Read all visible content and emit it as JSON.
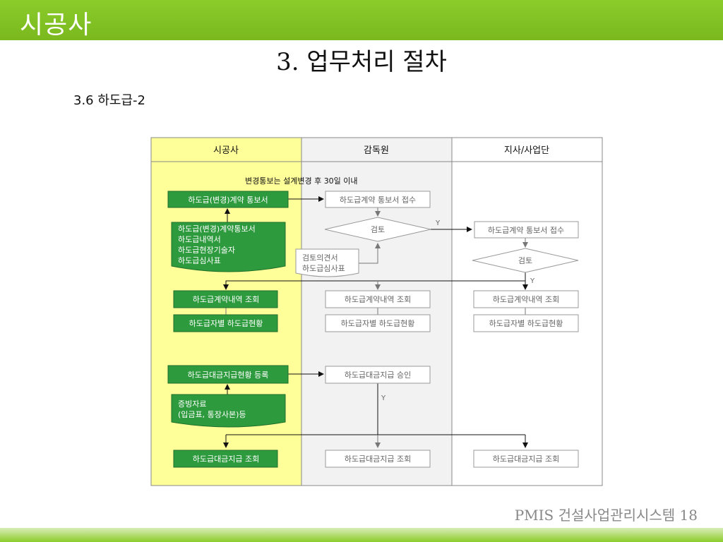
{
  "header": {
    "title": "시공사"
  },
  "page": {
    "title": "3. 업무처리 절차",
    "section": "3.6 하도급-2"
  },
  "footer": {
    "text": "PMIS 건설사업관리시스템 18"
  },
  "diagram": {
    "lanes": [
      "시공사",
      "감독원",
      "지사/사업단"
    ],
    "note_top": "변경통보는 설계변경 후 30일 이내",
    "contractor": {
      "notice": "하도급(변경)계약 통보서",
      "docs": [
        "하도급(변경)계약통보서",
        "하도급내역서",
        "하도급현장기술자",
        "하도급심사표"
      ],
      "contract_inquiry": "하도급계약내역 조회",
      "status_inquiry": "하도급자별 하도급현황",
      "payment_register": "하도급대금지급현황 등록",
      "evidence": [
        "증빙자료",
        "(입금표, 통장사본)등"
      ],
      "payment_inquiry": "하도급대금지급 조회"
    },
    "supervisor": {
      "receipt": "하도급계약 통보서 접수",
      "review": "검토",
      "opinion": [
        "검토의견서",
        "하도급심사표"
      ],
      "contract_inquiry": "하도급계약내역 조회",
      "status_inquiry": "하도급자별 하도급현황",
      "payment_approval": "하도급대금지급 승인",
      "payment_inquiry": "하도급대금지급 조회"
    },
    "branch": {
      "receipt": "하도급계약 통보서 접수",
      "review": "검토",
      "contract_inquiry": "하도급계약내역 조회",
      "status_inquiry": "하도급자별 하도급현황",
      "payment_inquiry": "하도급대금지급 조회"
    },
    "yes_label": "Y",
    "colors": {
      "green_box": "#2e9a3e",
      "lane_yellow": "#ffff99",
      "header_green": "#7ab81e"
    }
  }
}
